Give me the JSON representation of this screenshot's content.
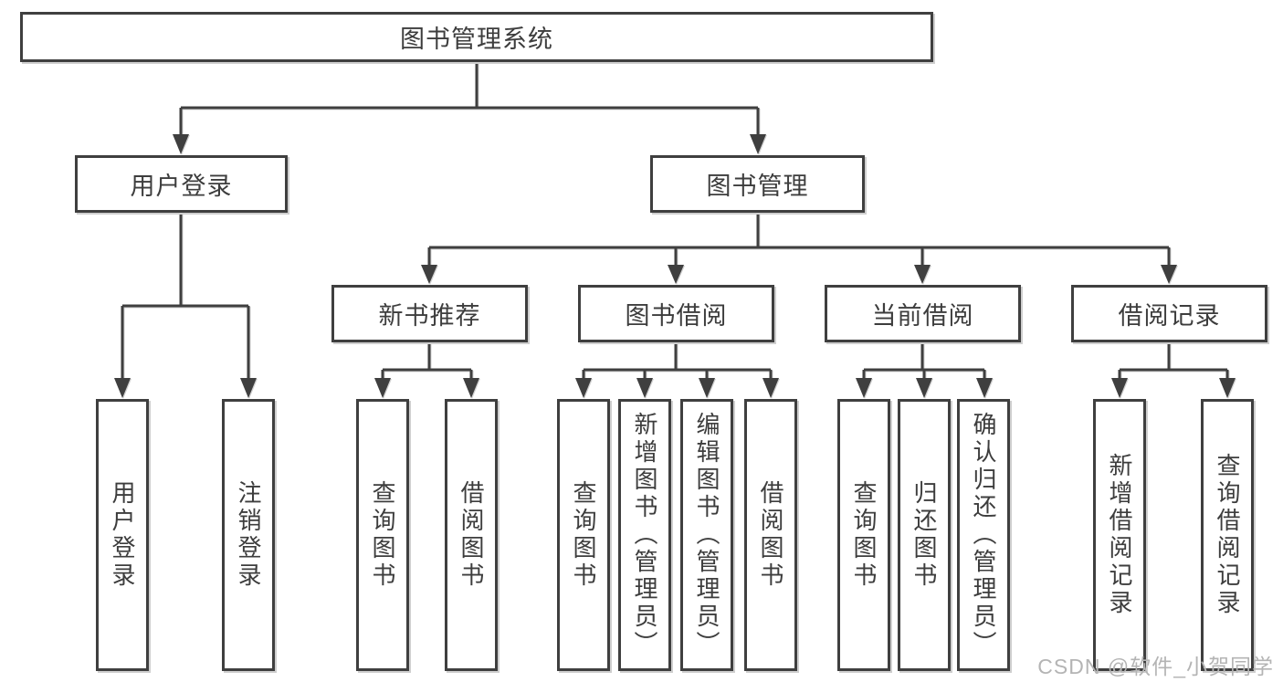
{
  "diagram": {
    "title": "图书管理系统",
    "tree": {
      "label": "图书管理系统",
      "children": [
        {
          "label": "用户登录",
          "children": [
            {
              "label": "用户登录"
            },
            {
              "label": "注销登录"
            }
          ]
        },
        {
          "label": "图书管理",
          "children": [
            {
              "label": "新书推荐",
              "children": [
                {
                  "label": "查询图书"
                },
                {
                  "label": "借阅图书"
                }
              ]
            },
            {
              "label": "图书借阅",
              "children": [
                {
                  "label": "查询图书"
                },
                {
                  "label": "新增图书（管理员）"
                },
                {
                  "label": "编辑图书（管理员）"
                },
                {
                  "label": "借阅图书"
                }
              ]
            },
            {
              "label": "当前借阅",
              "children": [
                {
                  "label": "查询图书"
                },
                {
                  "label": "归还图书"
                },
                {
                  "label": "确认归还（管理员）"
                }
              ]
            },
            {
              "label": "借阅记录",
              "children": [
                {
                  "label": "新增借阅记录"
                },
                {
                  "label": "查询借阅记录"
                }
              ]
            }
          ]
        }
      ]
    },
    "colors": {
      "line": "#3f3f3f",
      "text": "#3d3d3d",
      "box_background": "#ffffff",
      "page_background": "#ffffff",
      "watermark": "#b4b4b4"
    }
  },
  "watermark": {
    "text": "CSDN @软件_小贺同学"
  }
}
